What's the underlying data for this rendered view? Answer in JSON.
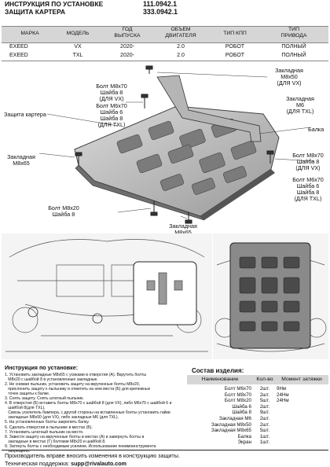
{
  "header": {
    "title_line1": "ИНСТРУКЦИЯ ПО УСТАНОВКЕ",
    "title_line2": "ЗАЩИТА КАРТЕРА",
    "article1": "111.0942.1",
    "article2": "333.0942.1"
  },
  "vehicle_table": {
    "columns": [
      "МАРКА",
      "МОДЕЛЬ",
      "ГОД\nВЫПУСКА",
      "ОБЪЕМ\nДВИГАТЕЛЯ",
      "ТИП КПП",
      "ТИП\nПРИВОДА"
    ],
    "rows": [
      [
        "EXEED",
        "VX",
        "2020-",
        "2.0",
        "РОБОТ",
        "ПОЛНЫЙ"
      ],
      [
        "EXEED",
        "TXL",
        "2020-",
        "2.0",
        "РОБОТ",
        "ПОЛНЫЙ"
      ]
    ]
  },
  "diagram_labels": {
    "zakladnaya_m8x50": "Закладная\nМ8х50\n(ДЛЯ VX)",
    "bolt_m8x70_left": "Болт М8х70\nШайба 8\n(ДЛЯ VX)",
    "bolt_m6x70_left": "Болт М6х70\nШайба 6\nШайба 8\n(ДЛЯ TXL)",
    "zakladnaya_m6": "Закладная\nМ6\n(ДЛЯ TXL)",
    "zashchita": "Защита картера",
    "balka": "Балка",
    "zakladnaya_m8x65_left": "Закладная\nМ8х65",
    "bolt_m8x70_right": "Болт М8х70\nШайба 8\n(ДЛЯ VX)",
    "bolt_m6x70_right": "Болт М6х70\nШайба 6\nШайба 8\n(ДЛЯ TXL)",
    "bolt_m8x20": "Болт М8х20\nШайба 8",
    "zakladnaya_m8x65_bottom": "Закладная\nМ8х65"
  },
  "instructions": {
    "title": "Инструкция по установке:",
    "steps": [
      "1. Установить закладные М8х65 с усиками в отверстия (А). Вкрутить болты",
      "   М8х20 с шайбой 8 в установленные закладные.",
      "2. Не снимая пыльник, установить защиту на вкрученные болты М8х20,",
      "   прислонить защиту к пыльнику и отметить на нем места (Б) для крепежных",
      "   точек защиты к балке.",
      "3. Снять защиту. Снять штатный пыльник.",
      "4. В отверстия (Б) вставить болты М8х70 с шайбой 8 (для VX), либо М6х70 с шайбой 6 и",
      "   шайбой 8(для TXL).",
      "   Сквозь усилитель бампера, с другой стороны на вставленные болты установить гайки",
      "   закладные М8х50 (для VX), либо закладные М6 (для TXL).",
      "5. На установленные болты закрепить балку.",
      "6. Сделать отверстия в пыльнике в местах (Б).",
      "7. Установить штатный пыльник на место.",
      "8. Завести защиту на вкрученные болты в местах (А) и завернуть болты в",
      "   закладные в местах (Г) болтами М8х20 и шайбой 8.",
      "9. Затянуть болты с необходимым усилием. Использование пневмоинструмента",
      "   запрещено."
    ]
  },
  "parts": {
    "title": "Состав изделия:",
    "headers": [
      "Наименование",
      "Кол-во",
      "Момент затяжки"
    ],
    "rows": [
      [
        "Болт М6х70",
        "2шт.",
        "9Нм"
      ],
      [
        "Болт М8х70",
        "2шт.",
        "24Нм"
      ],
      [
        "Болт М8х20",
        "5шт.",
        "24Нм"
      ],
      [
        "Шайба 6",
        "2шт.",
        ""
      ],
      [
        "Шайба 8",
        "9шт.",
        ""
      ],
      [
        "Закладная М6",
        "2шт.",
        ""
      ],
      [
        "Закладная М8х50",
        "2шт.",
        ""
      ],
      [
        "Закладная М8х65",
        "5шт.",
        ""
      ],
      [
        "Балка",
        "1шт.",
        ""
      ],
      [
        "Экран",
        "1шт.",
        ""
      ]
    ]
  },
  "footer": {
    "notice": "Производитель вправе вносить изменения в конструкцию защиты.",
    "support_label": "Техническая поддержка:",
    "support_email": "supp@rivalauto.com"
  }
}
